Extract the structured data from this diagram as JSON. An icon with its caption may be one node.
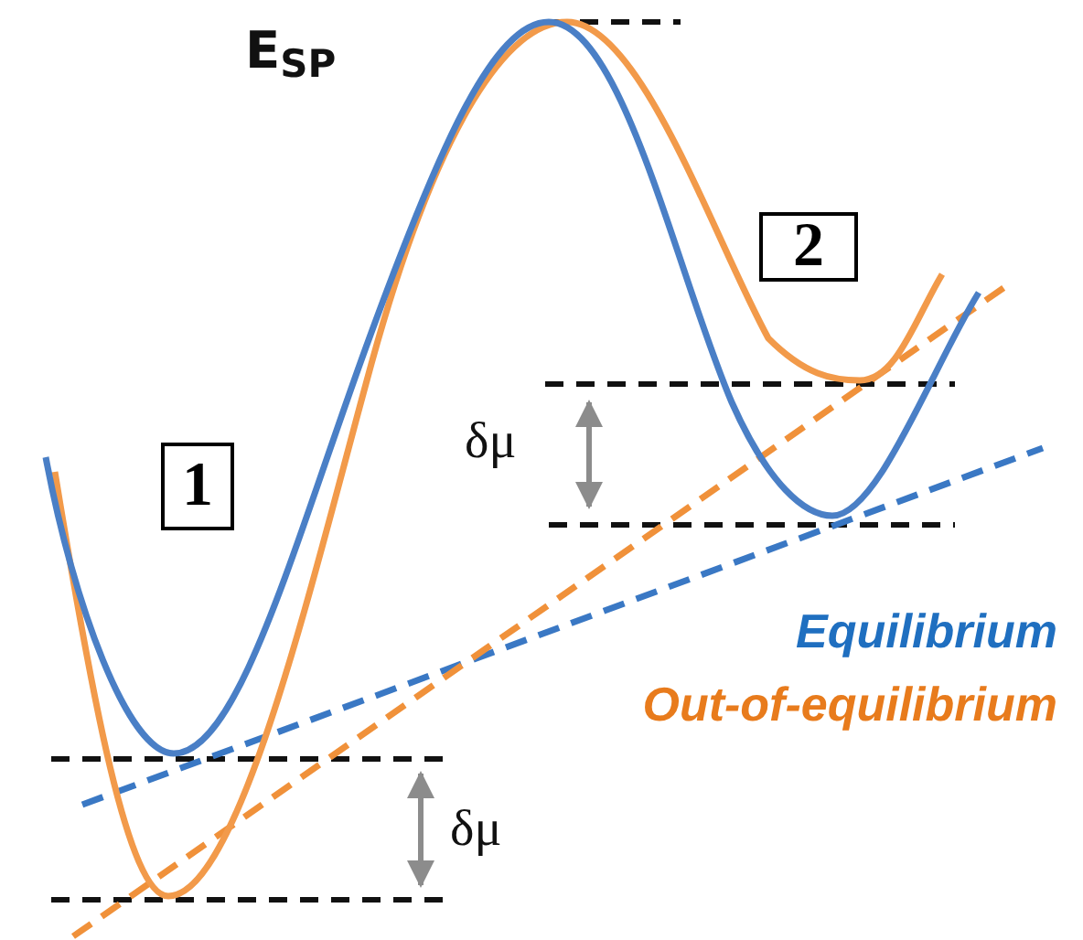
{
  "diagram": {
    "nodes": [
      {
        "text": [
          "1"
        ]
      },
      {
        "text": [
          "2"
        ]
      }
    ],
    "labels": [
      "E$_{SP}$",
      "δμ",
      "δμ"
    ],
    "legend": [
      {
        "text": "Equilibrium",
        "color": "#1f6fc0"
      },
      {
        "text": "Out-of-equilibrium",
        "color": "#e87b1c"
      }
    ]
  }
}
